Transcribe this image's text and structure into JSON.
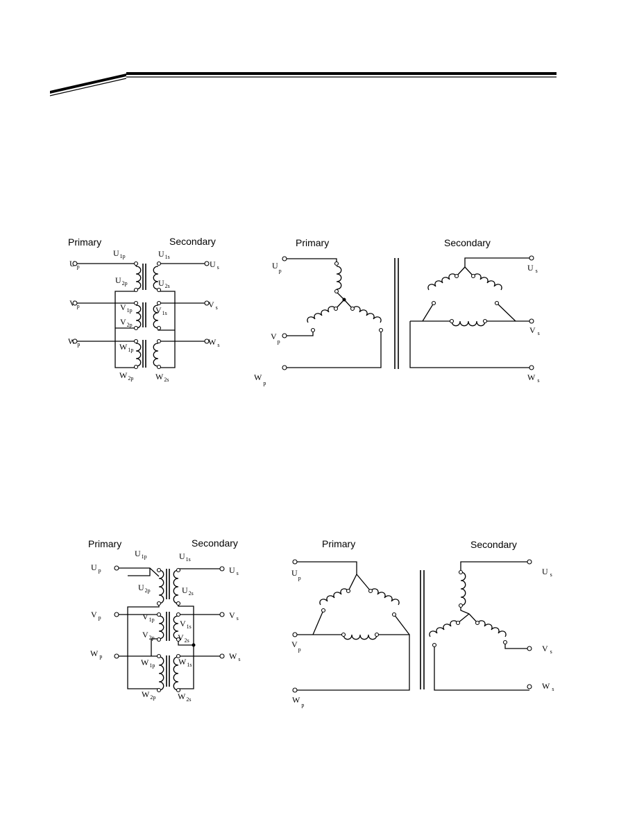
{
  "colors": {
    "ink": "#000000",
    "background": "#ffffff"
  },
  "diagrams": {
    "d1_left": {
      "primary": "Primary",
      "secondary": "Secondary",
      "Up": "U",
      "Up_s": "p",
      "Vp": "V",
      "Vp_s": "p",
      "Wp": "W",
      "Wp_s": "p",
      "Us": "U",
      "Us_s": "s",
      "Vs": "V",
      "Vs_s": "s",
      "Ws": "W",
      "Ws_s": "s",
      "U1p": "U",
      "U1p_s": "1p",
      "U2p": "U",
      "U2p_s": "2p",
      "V1p": "V",
      "V1p_s": "1p",
      "V2p": "V",
      "V2p_s": "2p",
      "W1p": "W",
      "W1p_s": "1p",
      "W2p": "W",
      "W2p_s": "2p",
      "U1s": "U",
      "U1s_s": "1s",
      "U2s": "U",
      "U2s_s": "2s",
      "V1s": "V",
      "V1s_s": "1s",
      "W2s": "W",
      "W2s_s": "2s"
    },
    "d1_right": {
      "primary": "Primary",
      "secondary": "Secondary",
      "Up": "U",
      "Up_s": "p",
      "Vp": "V",
      "Vp_s": "p",
      "Wp": "W",
      "Wp_s": "p",
      "Us": "U",
      "Us_s": "s",
      "Vs": "V",
      "Vs_s": "s",
      "Ws": "W",
      "Ws_s": "s"
    },
    "d2_left": {
      "primary": "Primary",
      "secondary": "Secondary",
      "Up": "U",
      "Up_s": "p",
      "Vp": "V",
      "Vp_s": "p",
      "Wp": "W",
      "Wp_s": "p",
      "Us": "U",
      "Us_s": "s",
      "Vs": "V",
      "Vs_s": "s",
      "Ws": "W",
      "Ws_s": "s",
      "U1p": "U",
      "U1p_s": "1p",
      "U2p": "U",
      "U2p_s": "2p",
      "V1p": "V",
      "V1p_s": "1p",
      "V2p": "V",
      "V2p_s": "2p",
      "W1p": "W",
      "W1p_s": "1p",
      "W2p": "W",
      "W2p_s": "2p",
      "U1s": "U",
      "U1s_s": "1s",
      "U2s": "U",
      "U2s_s": "2s",
      "V1s": "V",
      "V1s_s": "1s",
      "V2s": "V",
      "V2s_s": "2s",
      "W1s": "W",
      "W1s_s": "1s",
      "W2s": "W",
      "W2s_s": "2s"
    },
    "d2_right": {
      "primary": "Primary",
      "secondary": "Secondary",
      "Up": "U",
      "Up_s": "p",
      "Vp": "V",
      "Vp_s": "p",
      "Wp": "W",
      "Wp_s": "p",
      "Us": "U",
      "Us_s": "s",
      "Vs": "V",
      "Vs_s": "s",
      "Ws": "W",
      "Ws_s": "s"
    }
  }
}
